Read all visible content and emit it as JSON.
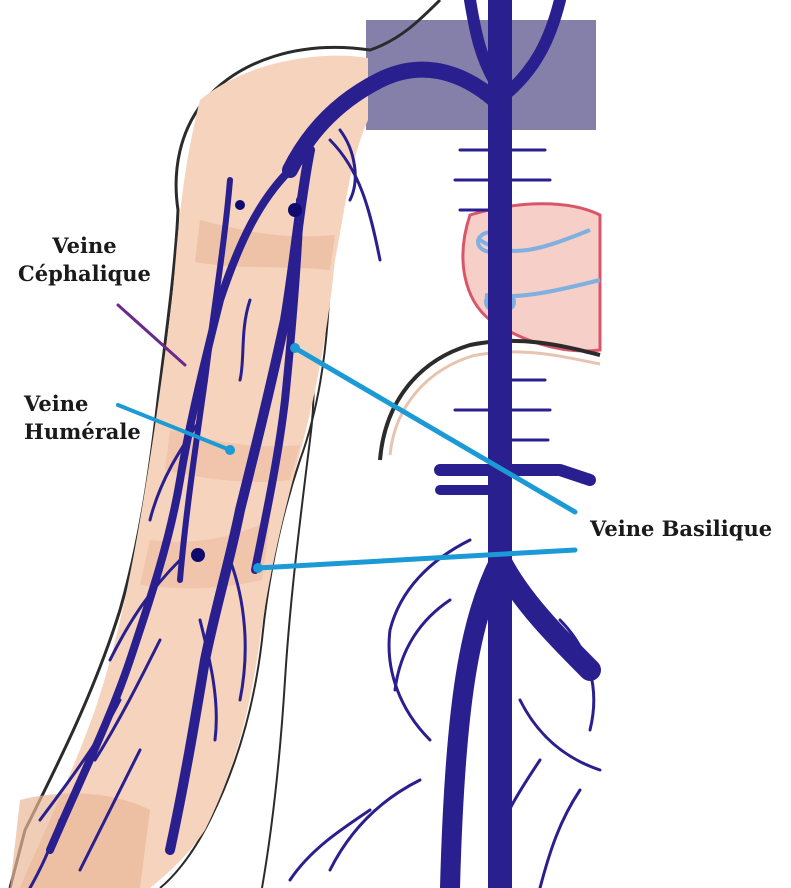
{
  "labels": {
    "cephalic": {
      "line1": "Veine",
      "line2": "Céphalique"
    },
    "humeral": {
      "line1": "Veine",
      "line2": "Humérale"
    },
    "basilic": "Veine Basilique"
  },
  "colors": {
    "vein": "#2a1f8f",
    "skin": "#f6d3bc",
    "skin_shade": "#e9b899",
    "outline": "#2b2b2b",
    "shoulder_block": "#6f6a9a",
    "leader_blue": "#1b9ad6",
    "leader_purple": "#6a2a8a",
    "heart_fill": "#f6cfc8",
    "heart_outline": "#d9566a",
    "heart_vessel": "#7fb0e0"
  }
}
